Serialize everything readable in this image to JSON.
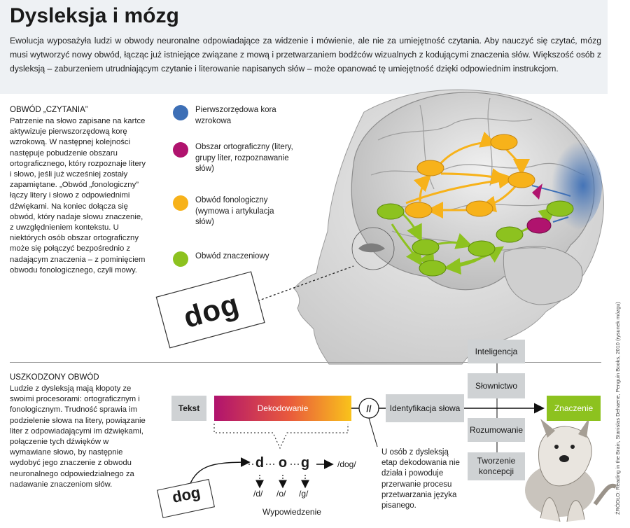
{
  "title": "Dysleksja i mózg",
  "intro": "Ewolucja wyposażyła ludzi w obwody neuronalne odpowiadające za widzenie i mówienie, ale nie za umiejętność czytania. Aby nauczyć się czytać, mózg musi wytworzyć nowy obwód, łącząc już istniejące związane z mową i przetwarzaniem bodźców wizualnych z kodującymi znaczenia słów. Większość osób z dysleksją – zaburzeniem utrudniającym czytanie i literowanie napisanych słów – może opanować tę umiejętność dzięki odpowiednim instrukcjom.",
  "reading_circuit": {
    "heading": "OBWÓD „CZYTANIA”",
    "body": "Patrzenie na słowo zapisane na kartce aktywizuje pierwszorzędową korę wzrokową. W następnej kolejności następuje pobudzenie obszaru ortograficznego, który rozpoznaje litery i słowo, jeśli już wcześniej zostały zapamiętane. „Obwód „fonologiczny” łączy litery i słowo z odpowiednimi dźwiękami. Na koniec dołącza się obwód, który nadaje słowu znaczenie, z uwzględnieniem kontekstu. U niektórych osób obszar ortograficzny może się połączyć bezpośrednio z nadającym znaczenia – z pominięciem obwodu fonologicznego, czyli mowy."
  },
  "legend": [
    {
      "label": "Pierwszorzędowa kora wzrokowa",
      "color": "#3d6fb6"
    },
    {
      "label": "Obszar ortograficzny (litery, grupy liter, rozpoznawanie słów)",
      "color": "#b0136e"
    },
    {
      "label": "Obwód fonologiczny (wymowa i artykulacja słów)",
      "color": "#f7b21a"
    },
    {
      "label": "Obwód znaczeniowy",
      "color": "#8dc21f"
    }
  ],
  "card_word": "dog",
  "damaged_circuit": {
    "heading": "USZKODZONY OBWÓD",
    "body": "Ludzie z dysleksją mają kłopoty ze swoimi procesorami: ortograficznym i fonologicznym. Trudność sprawia im podzielenie słowa na litery, powiązanie liter z odpowiadającymi im dźwiękami, połączenie tych dźwięków w wymawiane słowo, by następnie wydobyć jego znaczenie z obwodu neuronalnego odpowiedzialnego za nadawanie znaczeniom słów."
  },
  "flow": {
    "tekst": "Tekst",
    "dekodowanie": "Dekodowanie",
    "identyfikacja": "Identyfikacja słowa",
    "znaczenie": "Znaczenie",
    "break_mark": "//",
    "side_boxes": [
      "Inteligencja",
      "Słownictwo",
      "Rozumowanie",
      "Tworzenie koncepcji"
    ],
    "note": "U osób z dysleksją etap dekodowania nie działa i powoduje przerwanie procesu przetwarzania języka pisanego."
  },
  "decoding": {
    "word": "dog",
    "letters": [
      "d",
      "o",
      "g"
    ],
    "phonemes": [
      "/d/",
      "/o/",
      "/g/"
    ],
    "whole": "/dog/",
    "caption": "Wypowiedzenie"
  },
  "source": "ŹRÓDŁO: Reading in the Brain, Stanislas Dehaene, Penguin Books, 2010 (rysunek mózgu)"
}
